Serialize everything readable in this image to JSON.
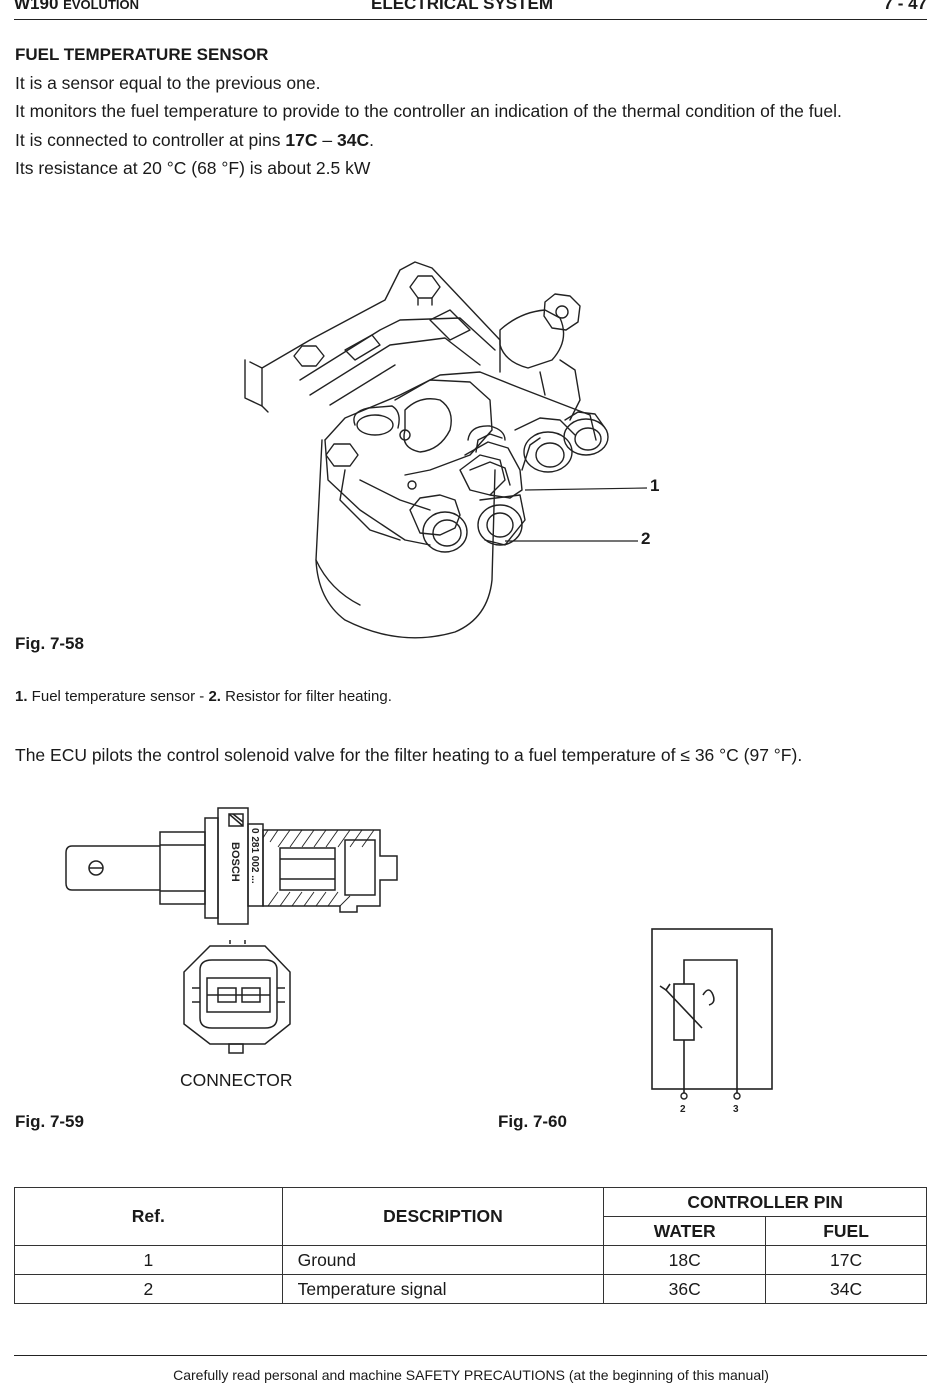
{
  "header": {
    "model": "W190",
    "model_suffix": "EVOLUTION",
    "section": "ELECTRICAL SYSTEM",
    "page": "7 - 47"
  },
  "section_title": "FUEL TEMPERATURE SENSOR",
  "paragraphs": {
    "p1": "It is a sensor equal to the previous one.",
    "p2": "It monitors the fuel temperature to provide to the controller an indication of the thermal condition of the fuel.",
    "p3_prefix": "It is connected to controller at pins ",
    "p3_pin1": "17C",
    "p3_sep": " – ",
    "p3_pin2": "34C",
    "p3_suffix": ".",
    "p4": "Its resistance at 20 °C (68 °F) is about 2.5 kW"
  },
  "fig58": {
    "label": "Fig. 7-58",
    "callout_1": "1",
    "callout_2": "2",
    "caption_n1": "1.",
    "caption_t1": " Fuel temperature sensor - ",
    "caption_n2": "2.",
    "caption_t2": " Resistor for filter heating."
  },
  "ecu_text": "The ECU pilots the control solenoid valve for the filter heating to a fuel temperature of ≤ 36 °C (97 °F).",
  "fig59": {
    "label": "Fig. 7-59",
    "connector_label": "CONNECTOR",
    "sensor_brand": "BOSCH",
    "sensor_part": "0 281 002 ..."
  },
  "fig60": {
    "label": "Fig. 7-60",
    "pin_a": "2",
    "pin_b": "3"
  },
  "table": {
    "head_ref": "Ref.",
    "head_desc": "DESCRIPTION",
    "head_pin": "CONTROLLER PIN",
    "head_water": "WATER",
    "head_fuel": "FUEL",
    "rows": [
      {
        "ref": "1",
        "desc": "Ground",
        "water": "18C",
        "fuel": "17C"
      },
      {
        "ref": "2",
        "desc": "Temperature signal",
        "water": "36C",
        "fuel": "34C"
      }
    ]
  },
  "footer": "Carefully read personal and machine SAFETY PRECAUTIONS (at the beginning of this manual)"
}
